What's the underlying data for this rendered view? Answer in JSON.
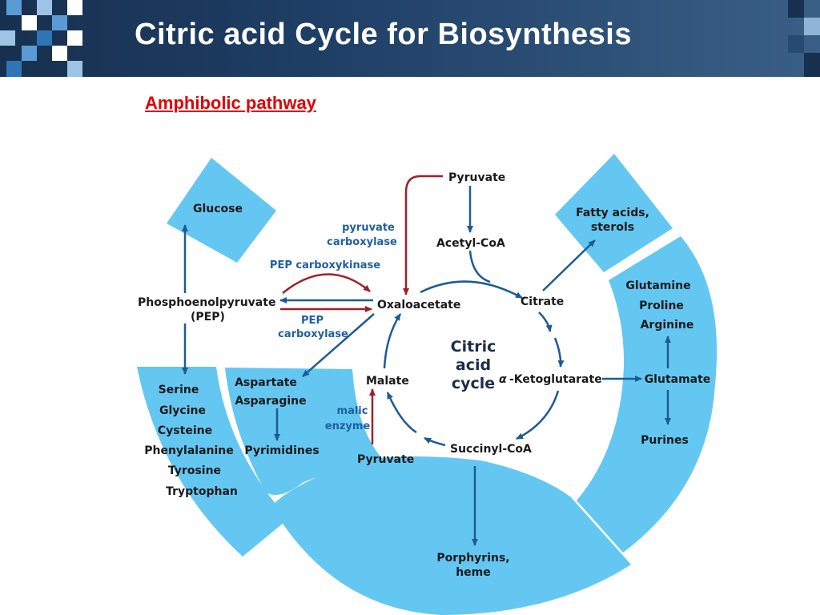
{
  "slide": {
    "title": "Citric acid Cycle for Biosynthesis",
    "subtitle": "Amphibolic pathway"
  },
  "colors": {
    "header_dark": "#17304f",
    "header_light": "#3a5f86",
    "segment_fill": "#63c7f2",
    "arrow_blue": "#1e5a96",
    "arrow_red": "#a0202a",
    "enzyme_text": "#1f5fa0",
    "subtitle_red": "#e00000"
  },
  "diagram": {
    "center_label": [
      "Citric",
      "acid",
      "cycle"
    ],
    "cycle": {
      "oxaloacetate": "Oxaloacetate",
      "citrate": "Citrate",
      "alpha": "α",
      "ketoglutarate": "-Ketoglutarate",
      "succinyl_coa": "Succinyl-CoA",
      "malate": "Malate"
    },
    "pyruvate_top": "Pyruvate",
    "acetyl_coa": "Acetyl-CoA",
    "pyruvate_bottom": "Pyruvate",
    "pep": [
      "Phosphoenolpyruvate",
      "(PEP)"
    ],
    "enzymes": {
      "pyruvate_carboxylase": [
        "pyruvate",
        "carboxylase"
      ],
      "pep_carboxykinase": "PEP carboxykinase",
      "pep_carboxylase": [
        "PEP",
        "carboxylase"
      ],
      "malic_enzyme": [
        "malic",
        "enzyme"
      ]
    },
    "segments": {
      "glucose": "Glucose",
      "fatty_acids": [
        "Fatty acids,",
        "sterols"
      ],
      "serine_group": [
        "Serine",
        "Glycine",
        "Cysteine",
        "Phenylalanine",
        "Tyrosine",
        "Tryptophan"
      ],
      "aspartate_group": [
        "Aspartate",
        "Asparagine"
      ],
      "pyrimidines": "Pyrimidines",
      "glutamine_group": [
        "Glutamine",
        "Proline",
        "Arginine"
      ],
      "glutamate": "Glutamate",
      "purines": "Purines",
      "porphyrins": [
        "Porphyrins,",
        "heme"
      ]
    }
  }
}
